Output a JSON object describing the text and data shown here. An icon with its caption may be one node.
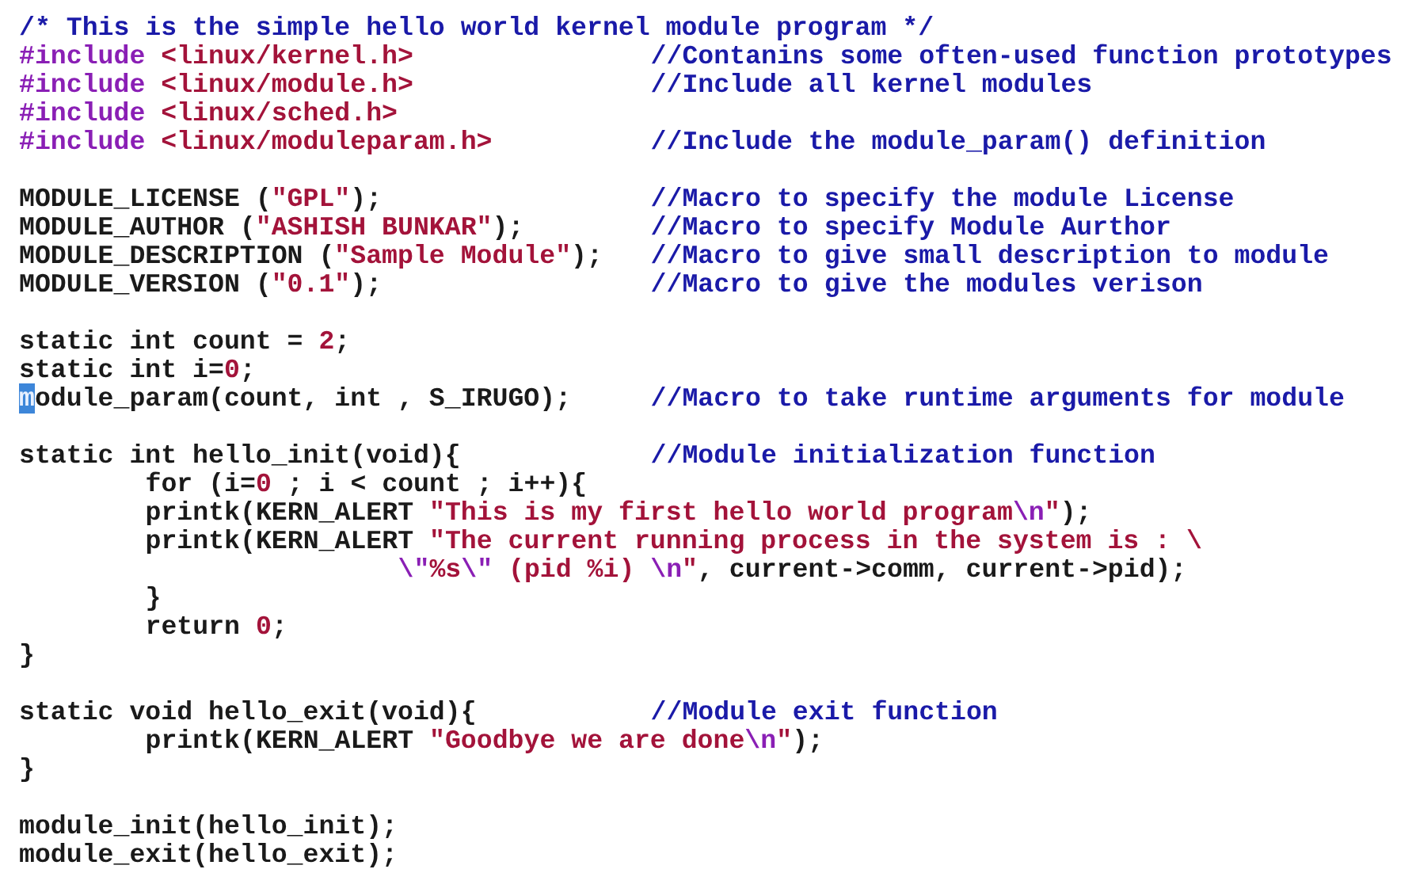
{
  "diagram": {
    "labels": [
      "/* This is the simple hello world kernel module program */",
      "#include <linux/kernel.h>",
      "//Contanins some often-used function prototypes",
      "#include <linux/module.h>",
      "//Include all kernel modules",
      "#include <linux/sched.h>",
      "#include <linux/moduleparam.h>",
      "//Include the module_param() definition",
      "MODULE_LICENSE (\"GPL\");",
      "//Macro to specify the module License",
      "MODULE_AUTHOR (\"ASHISH BUNKAR\");",
      "//Macro to specify Module Aurthor",
      "MODULE_DESCRIPTION (\"Sample Module\");",
      "//Macro to give small description to module",
      "MODULE_VERSION (\"0.1\");",
      "//Macro to give the modules verison",
      "static int count = 2;",
      "static int i=0;",
      "module_param(count, int , S_IRUGO);",
      "//Macro to take runtime arguments for module",
      "static int hello_init(void){",
      "//Module initialization function",
      "for (i=0 ; i < count ; i++){",
      "printk(KERN_ALERT \"This is my first hello world program\\n\");",
      "printk(KERN_ALERT \"The current running process in the system is : \\",
      "\\\"%s\\\" (pid %i) \\n\", current->comm, current->pid);",
      "}",
      "return 0;",
      "}",
      "static void hello_exit(void){",
      "//Module exit function",
      "printk(KERN_ALERT \"Goodbye we are done\\n\");",
      "}",
      "module_init(hello_init);",
      "module_exit(hello_exit);"
    ]
  }
}
